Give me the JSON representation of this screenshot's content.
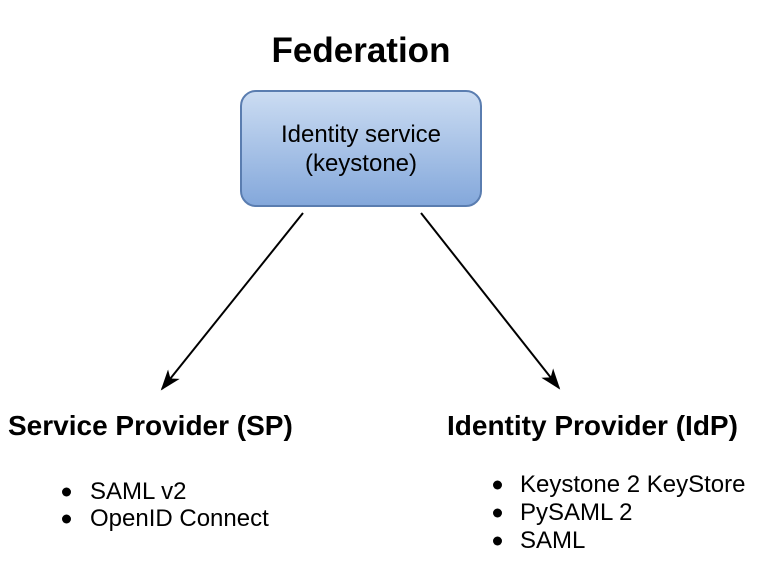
{
  "page": {
    "background": "#ffffff",
    "text_color": "#000000"
  },
  "diagram": {
    "title": "Federation",
    "node": {
      "line1": "Identity service",
      "line2": "(keystone)",
      "fill_top": "#cbdcf2",
      "fill_bottom": "#84a8db",
      "stroke": "#5a7db0"
    },
    "arrow_color": "#000000",
    "left_branch": {
      "heading": "Service Provider (SP)",
      "items": [
        "SAML v2",
        "OpenID Connect"
      ]
    },
    "right_branch": {
      "heading": "Identity Provider (IdP)",
      "items": [
        "Keystone 2 KeyStore",
        "PySAML 2",
        "SAML"
      ]
    }
  }
}
